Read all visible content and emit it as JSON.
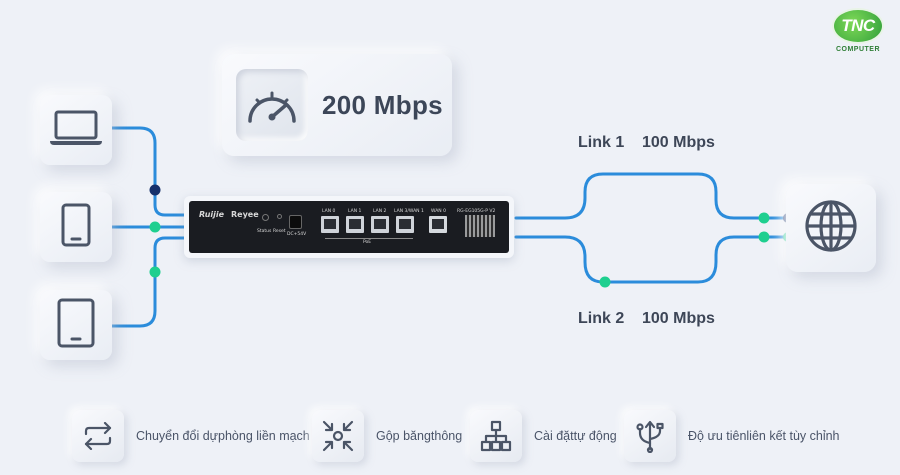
{
  "speed": {
    "label": "200 Mbps",
    "icon": "speedometer-icon"
  },
  "links": [
    {
      "name": "Link 1",
      "speed": "100 Mbps"
    },
    {
      "name": "Link 2",
      "speed": "100 Mbps"
    }
  ],
  "router": {
    "brand": "Ruijie",
    "sub_brand": "Reyee",
    "ports": [
      "LAN 0",
      "LAN 1",
      "LAN 2",
      "LAN 3/WAN 1",
      "WAN 0"
    ],
    "status_label": "Status",
    "reset_label": "Reset",
    "dc_label": "DC+54V",
    "poe_label": "PoE",
    "model": "RG-EG105G-P V2"
  },
  "logo": {
    "text": "TNC",
    "sub": "COMPUTER"
  },
  "devices": [
    "laptop-icon",
    "tablet-icon",
    "tablet-icon"
  ],
  "features": [
    {
      "label": "Chuyển đổi dựphòng liền mạch",
      "icon": "swap-arrows-icon"
    },
    {
      "label": "Gộp băngthông",
      "icon": "converge-arrows-icon"
    },
    {
      "label": "Cài đặttự động",
      "icon": "network-tree-icon"
    },
    {
      "label": "Độ ưu tiênliên kết tùy chỉnh",
      "icon": "usb-fork-icon"
    }
  ],
  "colors": {
    "line_blue": "#2b8cdb",
    "node_teal": "#1ecf8f",
    "node_navy": "#16306b"
  }
}
